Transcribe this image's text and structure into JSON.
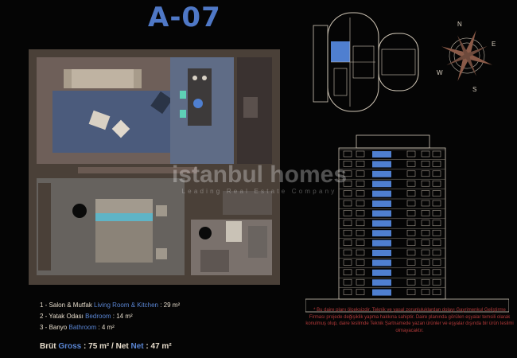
{
  "title": "A-07",
  "watermark": {
    "brand": "istanbul homes",
    "tagline": "Leading Real Estate Company"
  },
  "compass": {
    "n": "N",
    "e": "E",
    "s": "S",
    "w": "W"
  },
  "rooms": [
    {
      "num": "1",
      "tr": "Salon & Mutfak",
      "en": "Living Room & Kitchen",
      "area": "29 m²"
    },
    {
      "num": "2",
      "tr": "Yatak Odası",
      "en": "Bedroom",
      "area": "14 m²"
    },
    {
      "num": "3",
      "tr": "Banyo",
      "en": "Bathroom",
      "area": "4 m²"
    }
  ],
  "totals": {
    "gross_tr": "Brüt",
    "gross_en": "Gross",
    "gross_value": "75 m²",
    "net_tr": "Net",
    "net_en": "Net",
    "net_value": "47 m²"
  },
  "disclaimer": "* Bu daire planı ölçeksizdir. Teknik ve yasal zorunluluklardan dolayı Gayrimenkul Geliştirme Firması projede değişiklik yapma hakkına sahiptir. Daire planında görülen eşyalar temsili olarak konulmuş olup, daire teslimde Teknik Şartnamede yazan ürünler ve eşyalar dışında bir ürün teslimi olmayacaktır.",
  "colors": {
    "accent": "#4f78c6",
    "highlight": "#4f7fd0",
    "disclaimer": "#b33a3a",
    "background": "#050505"
  }
}
